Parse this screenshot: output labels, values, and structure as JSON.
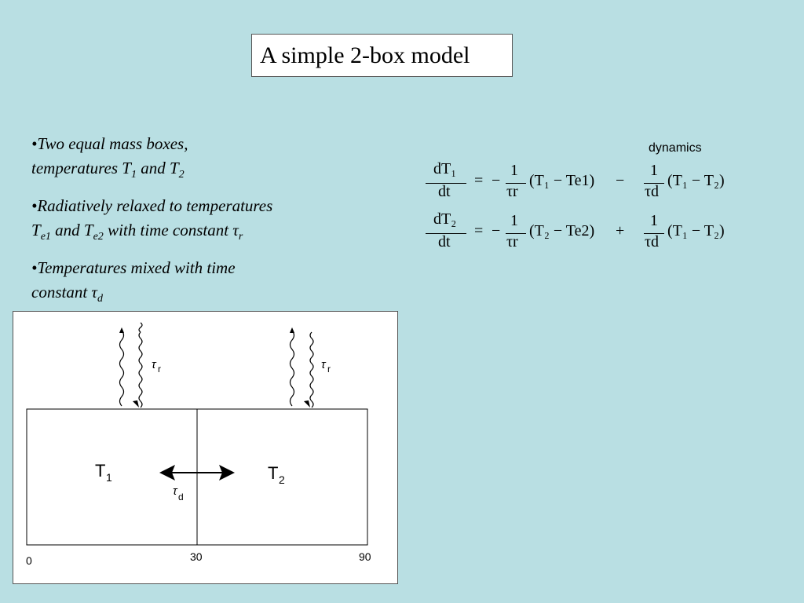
{
  "title": "A simple 2-box model",
  "bullets": [
    {
      "prefix": "•",
      "line1": "Two equal mass boxes,",
      "line2_pre": "temperatures T",
      "sub1": "1",
      "line2_mid": " and T",
      "sub2": "2"
    },
    {
      "prefix": "•",
      "line1": "Radiatively relaxed to temperatures",
      "line2_pre": "T",
      "sub1": "e1",
      "line2_mid": " and T",
      "sub2": "e2",
      "line2_post": " with time constant τ",
      "sub3": "r"
    },
    {
      "prefix": "•",
      "line1": "Temperatures mixed with time",
      "line2_pre": "constant τ",
      "sub1": "d"
    }
  ],
  "equations": {
    "label": "dynamics",
    "eq1": {
      "lhs_num": "dT₁",
      "lhs_den": "dt",
      "term1_num": "1",
      "term1_den": "τr",
      "term1_body": "(T₁ − Te1)",
      "term2_num": "1",
      "term2_den": "τd",
      "term2_body": "(T₁ − T₂)",
      "op1": "=",
      "op2": "−",
      "op3": "−"
    },
    "eq2": {
      "lhs_num": "dT₂",
      "lhs_den": "dt",
      "term1_num": "1",
      "term1_den": "τr",
      "term1_body": "(T₂ − Te2)",
      "term2_num": "1",
      "term2_den": "τd",
      "term2_body": "(T₁ − T₂)",
      "op1": "=",
      "op2": "−",
      "op3": "+"
    }
  },
  "figure": {
    "box1_label": "T",
    "box1_sub": "1",
    "box2_label": "T",
    "box2_sub": "2",
    "tau_r_1": "τ",
    "tau_r_1_sub": "r",
    "tau_r_2": "τ",
    "tau_r_2_sub": "r",
    "tau_d": "τ",
    "tau_d_sub": "d",
    "axis_ticks": [
      "0",
      "30",
      "90"
    ]
  }
}
